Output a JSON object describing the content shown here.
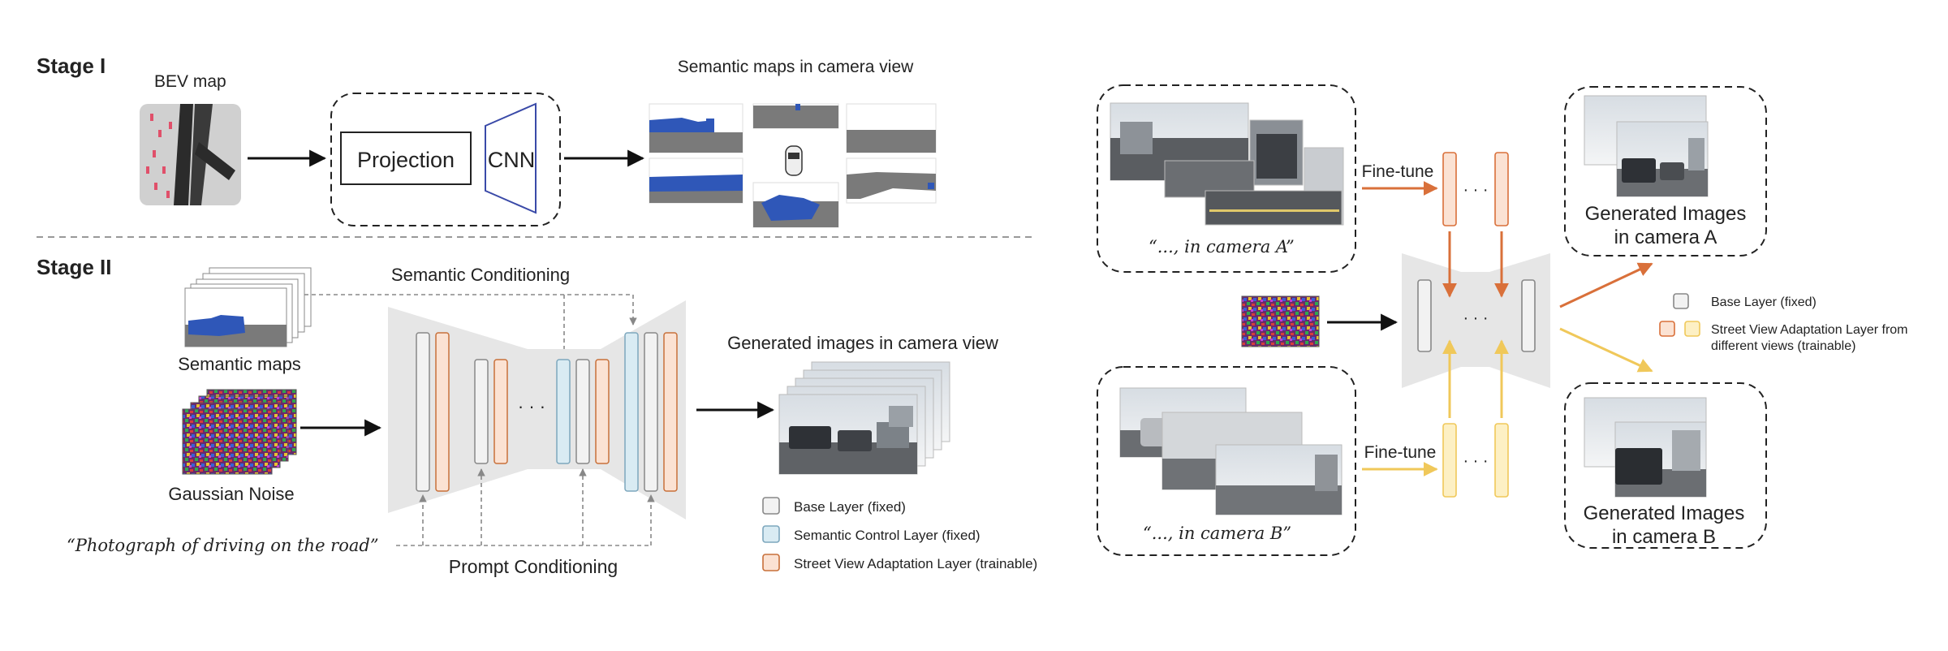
{
  "stage1": {
    "title": "Stage I",
    "bev_label": "BEV map",
    "projection": "Projection",
    "cnn": "CNN",
    "semantic_maps_label": "Semantic maps in camera view"
  },
  "stage2": {
    "title": "Stage II",
    "semantic_conditioning": "Semantic Conditioning",
    "semantic_maps": "Semantic maps",
    "gaussian_noise": "Gaussian Noise",
    "prompt": "“Photograph of driving on the road”",
    "prompt_conditioning": "Prompt Conditioning",
    "generated_label": "Generated images in camera view",
    "ellipsis": "· · ·"
  },
  "legend_left": [
    {
      "label": "Base Layer (fixed)",
      "fill": "#f2f2f2",
      "stroke": "#888888"
    },
    {
      "label": "Semantic Control Layer (fixed)",
      "fill": "#d9ebf3",
      "stroke": "#7da7bd"
    },
    {
      "label": "Street View Adaptation Layer (trainable)",
      "fill": "#fbe2d3",
      "stroke": "#c8703a"
    }
  ],
  "right": {
    "caption_a": "“..., in camera A”",
    "caption_b": "“..., in camera B”",
    "finetune_a": "Fine-tune",
    "finetune_b": "Fine-tune",
    "gen_a_line1": "Generated Images",
    "gen_a_line2": "in camera A",
    "gen_b_line1": "Generated Images",
    "gen_b_line2": "in camera B",
    "ellipsis": "· · ·"
  },
  "legend_right": {
    "base": "Base Layer (fixed)",
    "adapt_line1": "Street View Adaptation Layer from",
    "adapt_line2": "different views (trainable)"
  },
  "colors": {
    "orange": "#d9703a",
    "orange_fill": "#fbe2d3",
    "yellow": "#f0c85a",
    "yellow_fill": "#fdf0c4",
    "blue_fill": "#d9ebf3",
    "semantic_blue": "#2f57b8",
    "unet_gray": "#e6e6e6"
  }
}
